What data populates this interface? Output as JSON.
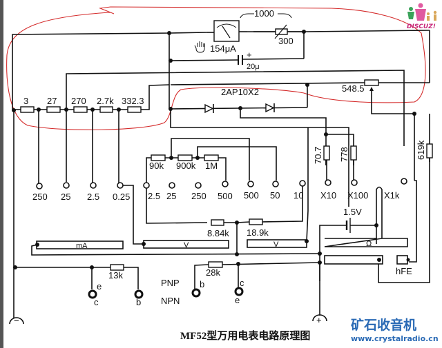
{
  "diagram": {
    "title": "MF52型万用电表电路原理图",
    "meter": {
      "label": "154μA",
      "internal_resistance": "1000",
      "trim_resistor": "300",
      "capacitor": "20μ",
      "cap_polarity": "+"
    },
    "diodes": {
      "label": "2AP10X2"
    },
    "shunt_resistors": [
      "3",
      "27",
      "270",
      "2.7k",
      "332.3"
    ],
    "shunt_pot": "548.5",
    "current_terminals": [
      "250",
      "25",
      "2.5",
      "0.25"
    ],
    "voltage_resistors": [
      "90k",
      "900k",
      "1M"
    ],
    "voltage_terminals": [
      "2.5",
      "25",
      "250",
      "500",
      "500",
      "50",
      "10"
    ],
    "ohm_resistors": [
      "70.7",
      "778"
    ],
    "ohm_terminals": [
      "X10",
      "X100",
      "X1k"
    ],
    "hfe_resistor": "619k",
    "battery": "1.5V",
    "mid_resistors": [
      "8.84k",
      "18.9k"
    ],
    "switch_labels": {
      "ma": "mA",
      "v1": "V",
      "v2": "V",
      "ohm": "Ω",
      "hfe": "hFE"
    },
    "transistor_resistors": [
      "13k",
      "28k"
    ],
    "transistor_pins": {
      "left_e": "e",
      "left_c": "c",
      "left_b": "b",
      "right_b": "b",
      "right_c": "c",
      "right_e": "e"
    },
    "transistor_types": [
      "PNP",
      "NPN"
    ],
    "probe_minus": "−",
    "probe_plus": "+"
  },
  "watermark": {
    "cn": "矿石收音机",
    "url": "www.crystalradio.cn",
    "forum_logo": "DISCUZ!",
    "colors": {
      "brand": "#2a6ab5",
      "logo_pink": "#e05aa0",
      "logo_green": "#3aa35a",
      "logo_tan": "#d9a75a"
    }
  },
  "annotation": {
    "stroke_color": "#d42a2a"
  },
  "cursor": {
    "icon": "hand-cursor-icon"
  }
}
